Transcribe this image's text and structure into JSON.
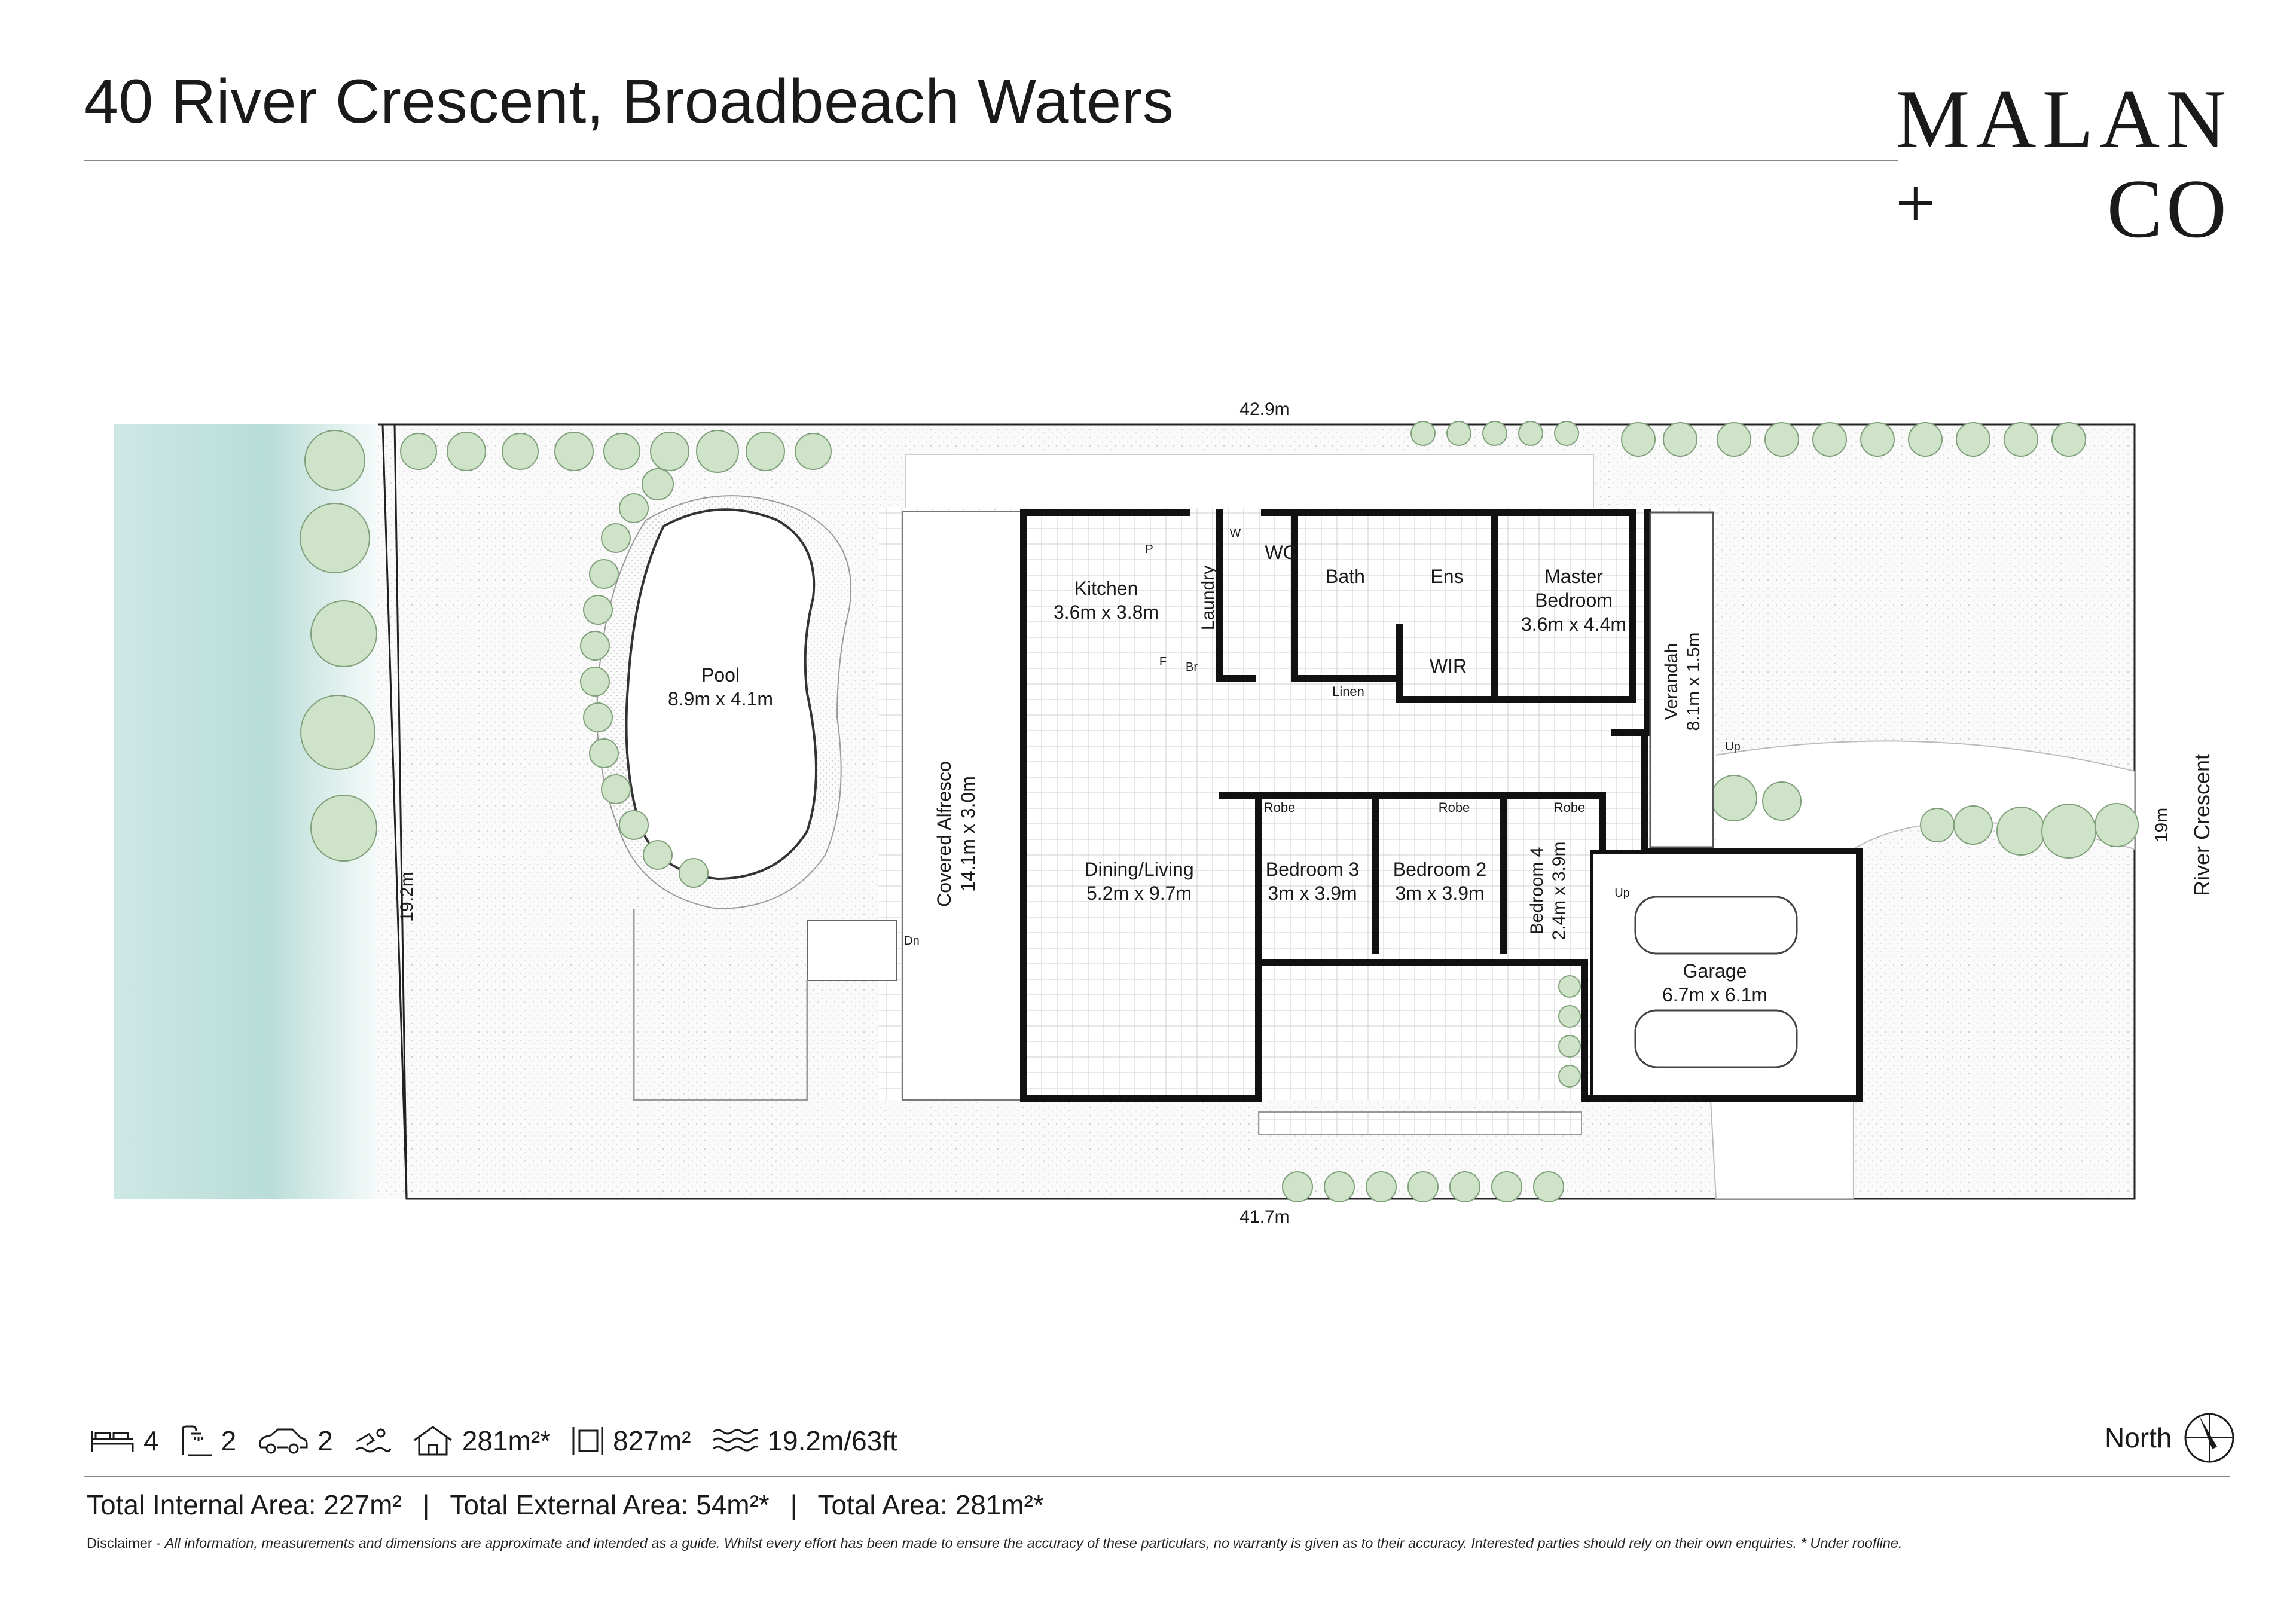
{
  "header": {
    "address": "40 River Crescent, Broadbeach Waters",
    "logo": {
      "line1": "MALAN",
      "plus": "+",
      "line2": "CO"
    }
  },
  "plan": {
    "dimensions": {
      "top": "42.9m",
      "bottom": "41.7m",
      "left": "19.2m",
      "right": "19m"
    },
    "street": "River Crescent",
    "rooms": {
      "pool": {
        "name": "Pool",
        "size": "8.9m x 4.1m"
      },
      "alfresco": {
        "name": "Covered Alfresco",
        "size": "14.1m x 3.0m"
      },
      "kitchen": {
        "name": "Kitchen",
        "size": "3.6m x 3.8m"
      },
      "laundry": {
        "name": "Laundry"
      },
      "wc": {
        "name": "WC"
      },
      "bath": {
        "name": "Bath"
      },
      "ens": {
        "name": "Ens"
      },
      "master": {
        "name1": "Master",
        "name2": "Bedroom",
        "size": "3.6m x 4.4m"
      },
      "wir": {
        "name": "WIR"
      },
      "linen": {
        "name": "Linen"
      },
      "verandah": {
        "name": "Verandah",
        "size": "8.1m x 1.5m"
      },
      "dining": {
        "name": "Dining/Living",
        "size": "5.2m x 9.7m"
      },
      "bed3": {
        "name": "Bedroom 3",
        "size": "3m x 3.9m"
      },
      "bed2": {
        "name": "Bedroom 2",
        "size": "3m x 3.9m"
      },
      "bed4": {
        "name": "Bedroom 4",
        "size": "2.4m x 3.9m"
      },
      "garage": {
        "name": "Garage",
        "size": "6.7m x 6.1m"
      }
    },
    "small_labels": {
      "robe": "Robe",
      "p": "P",
      "w": "W",
      "f": "F",
      "br": "Br",
      "up": "Up",
      "dn": "Dn"
    }
  },
  "stats": {
    "bedrooms": "4",
    "bathrooms": "2",
    "cars": "2",
    "house_area": "281m²*",
    "land_area": "827m²",
    "frontage": "19.2m/63ft"
  },
  "north_label": "North",
  "areas": {
    "internal": "Total Internal Area: 227m²",
    "external": "Total External Area: 54m²*",
    "total": "Total Area: 281m²*",
    "separator": "|"
  },
  "disclaimer": {
    "lead": "Disclaimer - ",
    "body": "All information, measurements and dimensions are approximate and intended as a guide.  Whilst every effort has been made to ensure the accuracy of these particulars, no warranty is given as to their accuracy.  Interested parties should rely on their own enquiries.  * Under roofline."
  },
  "colors": {
    "water": "#bfe0dc",
    "tree": "#cfe3c9",
    "tree_edge": "#7fa07a",
    "wall": "#111111",
    "stipple": "#f1f1f1"
  }
}
